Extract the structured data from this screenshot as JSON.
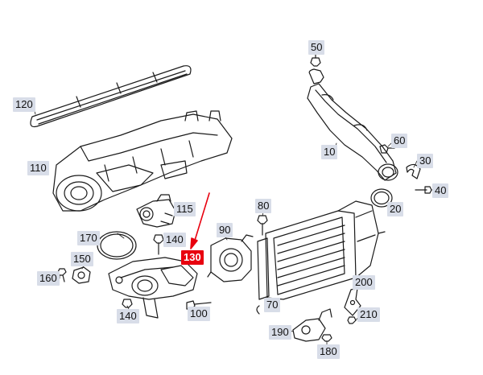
{
  "diagram": {
    "highlight_color": "#e8000f",
    "label_bg": "#d8dde8",
    "line_color": "#1a1a1a",
    "callouts": [
      {
        "id": "50",
        "text": "50"
      },
      {
        "id": "120",
        "text": "120"
      },
      {
        "id": "10",
        "text": "10"
      },
      {
        "id": "60",
        "text": "60"
      },
      {
        "id": "30",
        "text": "30"
      },
      {
        "id": "40",
        "text": "40"
      },
      {
        "id": "110",
        "text": "110"
      },
      {
        "id": "115",
        "text": "115"
      },
      {
        "id": "80",
        "text": "80"
      },
      {
        "id": "20",
        "text": "20"
      },
      {
        "id": "90",
        "text": "90"
      },
      {
        "id": "170",
        "text": "170"
      },
      {
        "id": "140a",
        "text": "140"
      },
      {
        "id": "130",
        "text": "130",
        "highlight": true
      },
      {
        "id": "150",
        "text": "150"
      },
      {
        "id": "160",
        "text": "160"
      },
      {
        "id": "200",
        "text": "200"
      },
      {
        "id": "70",
        "text": "70"
      },
      {
        "id": "210",
        "text": "210"
      },
      {
        "id": "140b",
        "text": "140"
      },
      {
        "id": "100",
        "text": "100"
      },
      {
        "id": "190",
        "text": "190"
      },
      {
        "id": "180",
        "text": "180"
      }
    ]
  }
}
